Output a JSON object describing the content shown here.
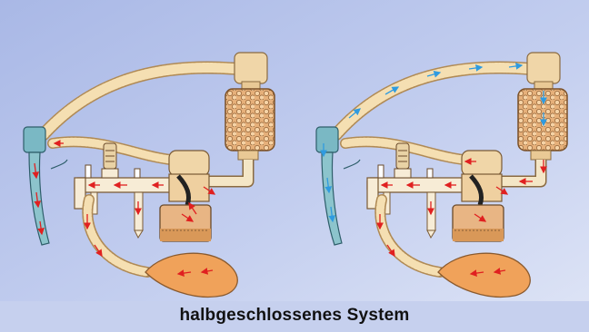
{
  "caption": "halbgeschlossenes System",
  "colors": {
    "background_top": "#a9b8e6",
    "background_bottom": "#d3dbf2",
    "tube": "#f5dfb2",
    "tube_outline": "#b08a55",
    "absorber": "#e8b584",
    "valve_body": "#f0d6a8",
    "bag": "#f0a25a",
    "mask_tube": "#7ab8c4",
    "arrow_exhale": "#e02020",
    "arrow_inhale": "#3aa0e0"
  },
  "panels": [
    {
      "name": "left",
      "flow": "exhale"
    },
    {
      "name": "right",
      "flow": "inhale+exhale"
    }
  ]
}
